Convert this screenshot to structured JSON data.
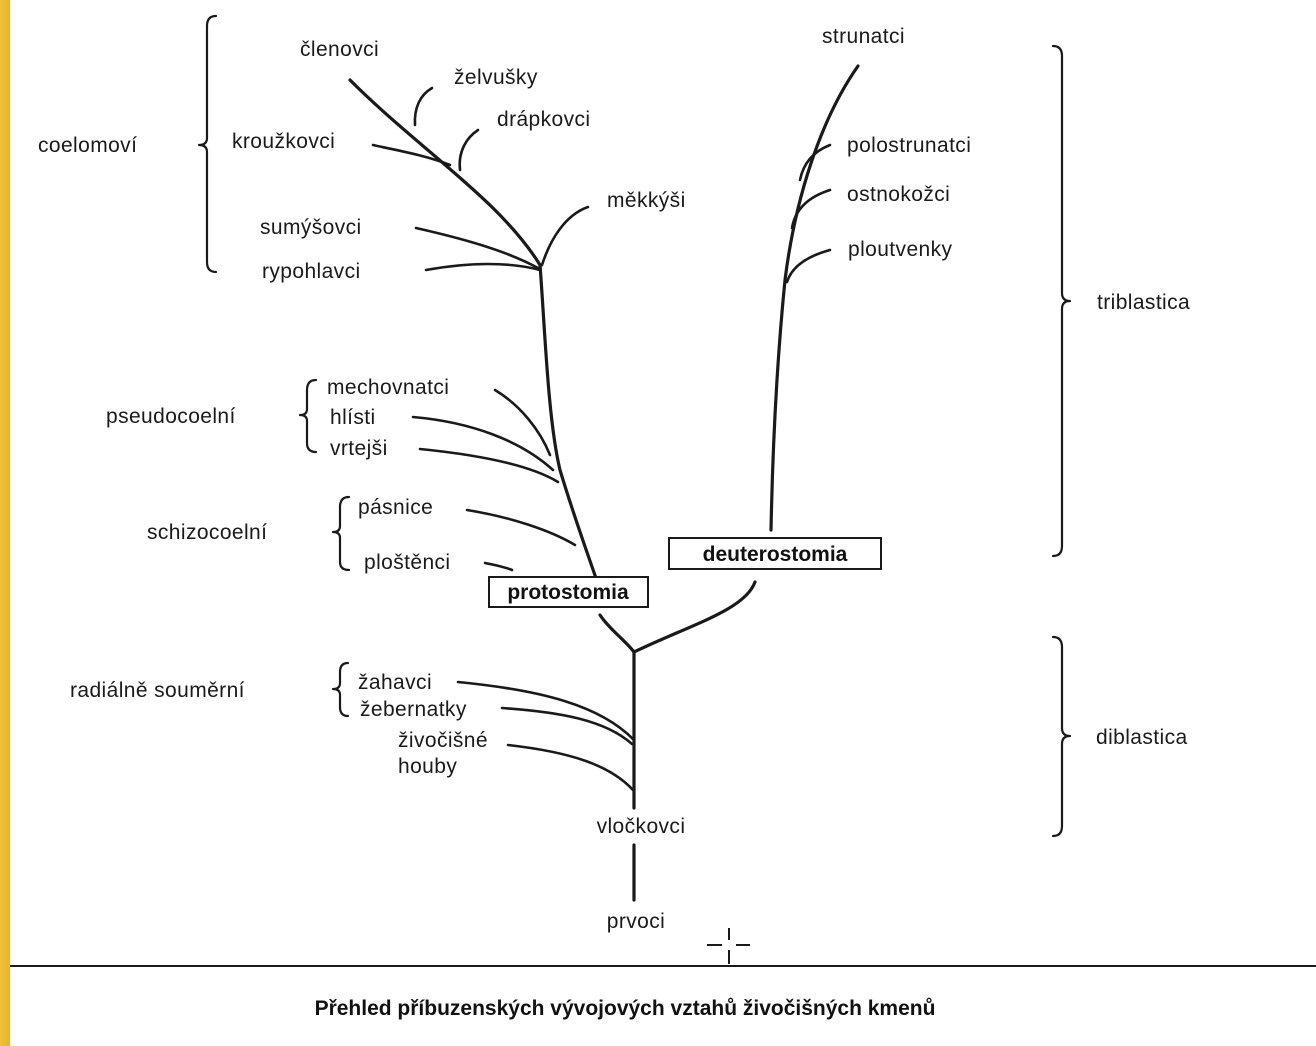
{
  "taxa": {
    "clenovci": "členovci",
    "zelvusky": "želvušky",
    "krouzkovci": "kroužkovci",
    "drapkovci": "drápkovci",
    "mekkysi": "měkkýši",
    "sumysovci": "sumýšovci",
    "rypohlavci": "rypohlavci",
    "mechovnatci": "mechovnatci",
    "hlisti": "hlísti",
    "vrtejsi": "vrtejši",
    "pasnice": "pásnice",
    "plostenci": "ploštěnci",
    "zahavci": "žahavci",
    "zebernatky": "žebernatky",
    "zivocisne_houby_1": "živočišné",
    "zivocisne_houby_2": "houby",
    "vlockovci": "vločkovci",
    "prvoci": "prvoci",
    "strunatci": "strunatci",
    "polostrunatci": "polostrunatci",
    "ostnokozci": "ostnokožci",
    "ploutvenky": "ploutvenky"
  },
  "groups": {
    "coelomovi": "coelomoví",
    "pseudocoelni": "pseudocoelní",
    "schizocoelni": "schizocoelní",
    "radialne_soumerni": "radiálně souměrní",
    "triblastica": "triblastica",
    "diblastica": "diblastica"
  },
  "boxes": {
    "protostomia": "protostomia",
    "deuterostomia": "deuterostomia"
  },
  "caption": "Přehled příbuzenských vývojových vztahů živočišných kmenů",
  "colors": {
    "accent_stripe": "#f0c23a",
    "ink": "#1a1a1a",
    "background": "#ffffff"
  }
}
